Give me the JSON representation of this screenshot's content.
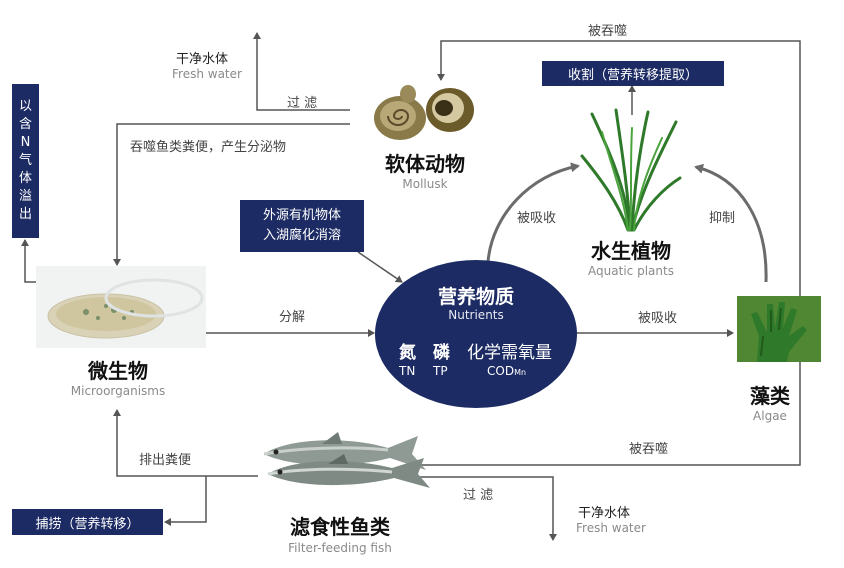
{
  "colors": {
    "navy": "#1c2b63",
    "line": "#555555",
    "arrow_gray": "#6b6b6b"
  },
  "nutrients": {
    "title": "营养物质",
    "subtitle": "Nutrients",
    "n_symbol": "氮",
    "n_code": "TN",
    "p_symbol": "磷",
    "p_code": "TP",
    "cod_label": "化学需氧量",
    "cod_code": "COD",
    "cod_sub": "Mn"
  },
  "mollusk": {
    "title": "软体动物",
    "subtitle": "Mollusk",
    "icon": "snail-shell-icon"
  },
  "plants": {
    "title": "水生植物",
    "subtitle": "Aquatic plants",
    "icon": "water-grass-icon"
  },
  "microbes": {
    "title": "微生物",
    "subtitle": "Microorganisms",
    "icon": "petri-dish-icon"
  },
  "algae": {
    "title": "藻类",
    "subtitle": "Algae",
    "icon": "algae-hand-icon"
  },
  "fish": {
    "title": "滤食性鱼类",
    "subtitle": "Filter-feeding fish",
    "icon": "fish-icon"
  },
  "boxes": {
    "n_gas": [
      "以",
      "含",
      "N",
      "气",
      "体",
      "溢",
      "出"
    ],
    "external_line1": "外源有机物体",
    "external_line2": "入湖腐化消溶",
    "harvest": "收割（营养转移提取）",
    "catch": "捕捞（营养转移）"
  },
  "labels": {
    "eaten_top": "被吞噬",
    "clean_water_top_cn": "干净水体",
    "clean_water_top_en": "Fresh water",
    "filter_top": "过 滤",
    "swallow_excrete": "吞噬鱼类粪便，产生分泌物",
    "absorbed_plants": "被吸收",
    "inhibit": "抑制",
    "decompose": "分解",
    "absorbed_algae": "被吸收",
    "eaten_bottom": "被吞噬",
    "excrete": "排出粪便",
    "filter_bottom": "过 滤",
    "clean_water_bottom_cn": "干净水体",
    "clean_water_bottom_en": "Fresh water"
  }
}
